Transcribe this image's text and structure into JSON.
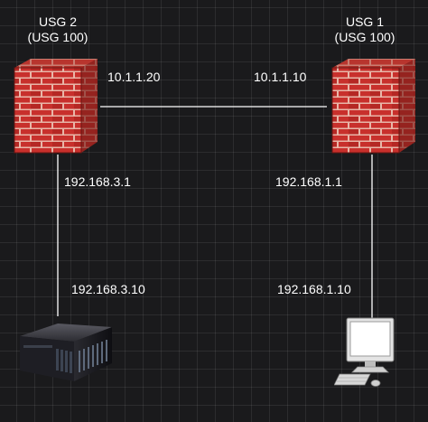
{
  "nodes": {
    "usg2": {
      "name": "USG 2",
      "model": "(USG 100)",
      "icon": "firewall-icon"
    },
    "usg1": {
      "name": "USG 1",
      "model": "(USG 100)",
      "icon": "firewall-icon"
    },
    "server": {
      "icon": "server-icon"
    },
    "workstation": {
      "icon": "workstation-icon"
    }
  },
  "links": {
    "wan": {
      "left_ip": "10.1.1.20",
      "right_ip": "10.1.1.10"
    },
    "lan2": {
      "gateway_ip": "192.168.3.1",
      "host_ip": "192.168.3.10"
    },
    "lan1": {
      "gateway_ip": "192.168.1.1",
      "host_ip": "192.168.1.10"
    }
  },
  "colors": {
    "background": "#1a1a1c",
    "grid": "#2e2e31",
    "brick": "#c8302c",
    "mortar": "#e8b6a8",
    "line": "#ffffff"
  }
}
